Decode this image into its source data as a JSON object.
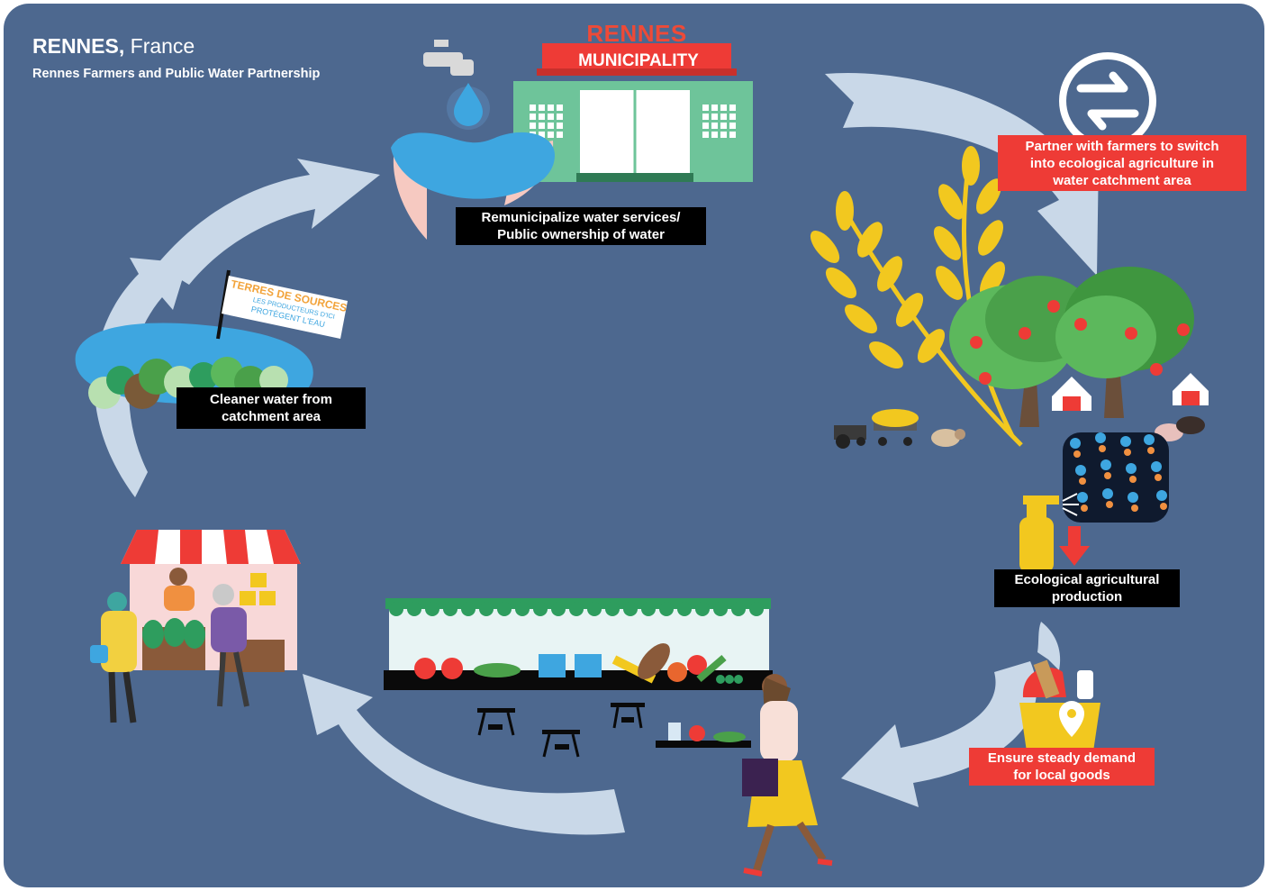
{
  "header": {
    "city": "RENNES",
    "country": "France",
    "subtitle": "Rennes Farmers and Public Water Partnership"
  },
  "municipality": {
    "city_sign": "RENNES",
    "building_sign": "MUNICIPALITY"
  },
  "flag": {
    "brand": "TERRES DE SOURCES",
    "tagline_line1": "LES PRODUCTEURS D'ICI",
    "tagline_line2": "PROTÈGENT L'EAU"
  },
  "steps": [
    {
      "text_line1": "Remunicipalize water services/",
      "text_line2": "Public ownership of water",
      "style": "black"
    },
    {
      "text_line1": "Partner with farmers to switch",
      "text_line2": "into ecological agriculture in",
      "text_line3": "water catchment area",
      "style": "red"
    },
    {
      "text_line1": "Ecological agricultural",
      "text_line2": "production",
      "style": "black"
    },
    {
      "text_line1": "Ensure steady demand",
      "text_line2": "for local goods",
      "style": "red"
    },
    {
      "text_line1": "Cleaner water from",
      "text_line2": "catchment area",
      "style": "black"
    }
  ],
  "colors": {
    "background": "#4d688f",
    "arrow": "#c9d8e8",
    "accent_red": "#ee3b36",
    "label_black": "#000000",
    "building_green": "#6ec49a",
    "water_blue": "#3ea6e0",
    "wheat_yellow": "#f2c81f"
  },
  "icons": [
    "faucet-icon",
    "water-drop-icon",
    "exchange-arrows-icon",
    "map-pin-icon",
    "spray-bottle-icon"
  ]
}
